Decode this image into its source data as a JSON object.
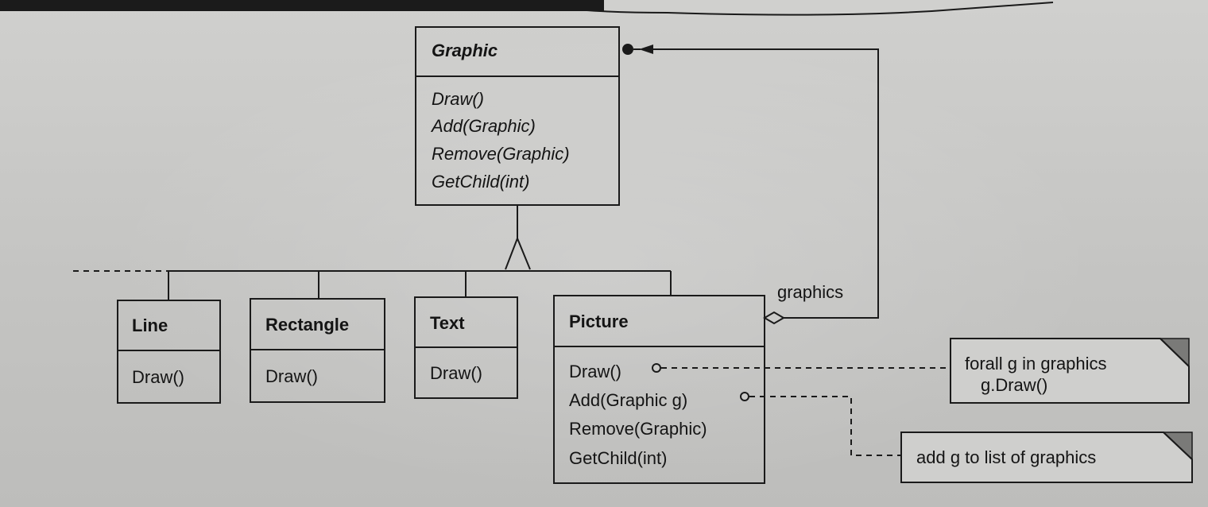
{
  "classes": {
    "graphic": {
      "name": "Graphic",
      "operations": [
        "Draw()",
        "Add(Graphic)",
        "Remove(Graphic)",
        "GetChild(int)"
      ]
    },
    "line": {
      "name": "Line",
      "operations": [
        "Draw()"
      ]
    },
    "rectangle": {
      "name": "Rectangle",
      "operations": [
        "Draw()"
      ]
    },
    "text": {
      "name": "Text",
      "operations": [
        "Draw()"
      ]
    },
    "picture": {
      "name": "Picture",
      "operations": [
        "Draw()",
        "Add(Graphic g)",
        "Remove(Graphic)",
        "GetChild(int)"
      ]
    }
  },
  "association": {
    "role": "graphics"
  },
  "notes": {
    "draw": {
      "line1": "forall g in graphics",
      "line2": "g.Draw()"
    },
    "add": {
      "line1": "add g to list of graphics"
    }
  }
}
